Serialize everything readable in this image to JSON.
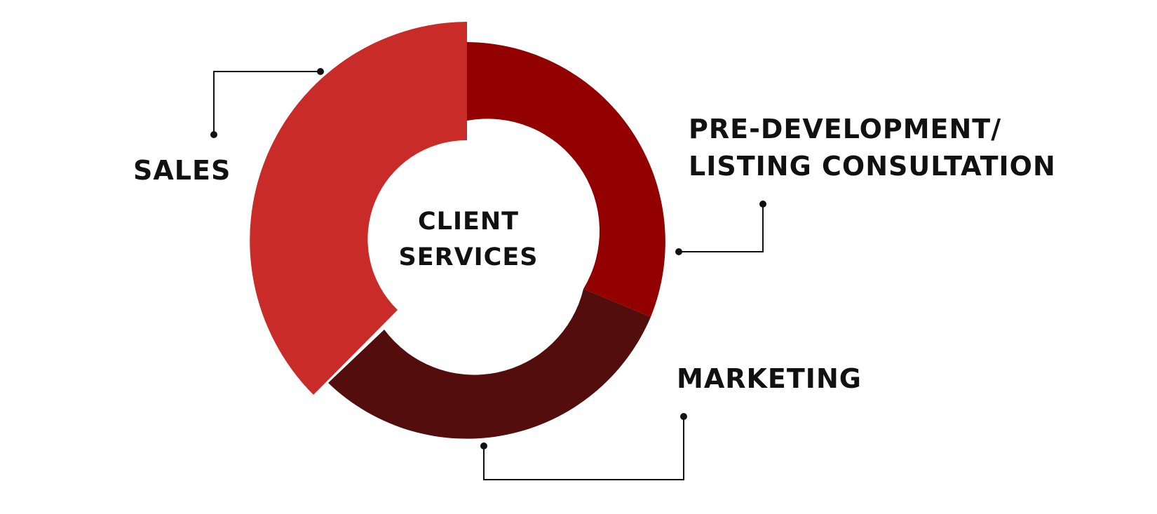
{
  "center": {
    "line1": "CLIENT",
    "line2": "SERVICES"
  },
  "segments": {
    "sales": {
      "label": "SALES",
      "color": "#c92b28"
    },
    "pre_development": {
      "label_line1": "PRE-DEVELOPMENT/",
      "label_line2": "LISTING CONSULTATION",
      "color": "#930000"
    },
    "marketing": {
      "label": "MARKETING",
      "color": "#530d0d"
    }
  },
  "colors": {
    "background": "#ffffff",
    "text": "#111111",
    "leader_lines": "#111111"
  }
}
